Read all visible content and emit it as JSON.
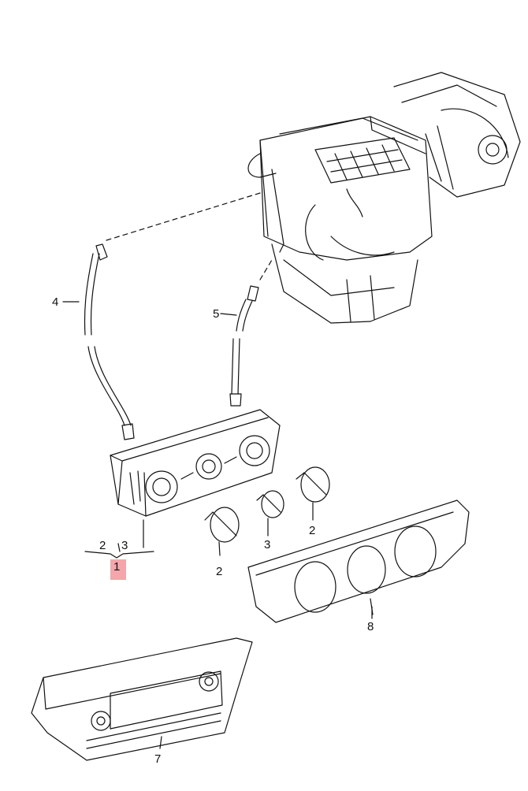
{
  "callouts": {
    "c1": "1",
    "c2_top": "2",
    "c3_top": "3",
    "c2_knob_left": "2",
    "c3_knob": "3",
    "c2_knob_right": "2",
    "c4": "4",
    "c5": "5",
    "c7": "7",
    "c8": "8"
  },
  "colors": {
    "line": "#111111",
    "highlight": "#f4a6aa",
    "background": "#ffffff"
  }
}
